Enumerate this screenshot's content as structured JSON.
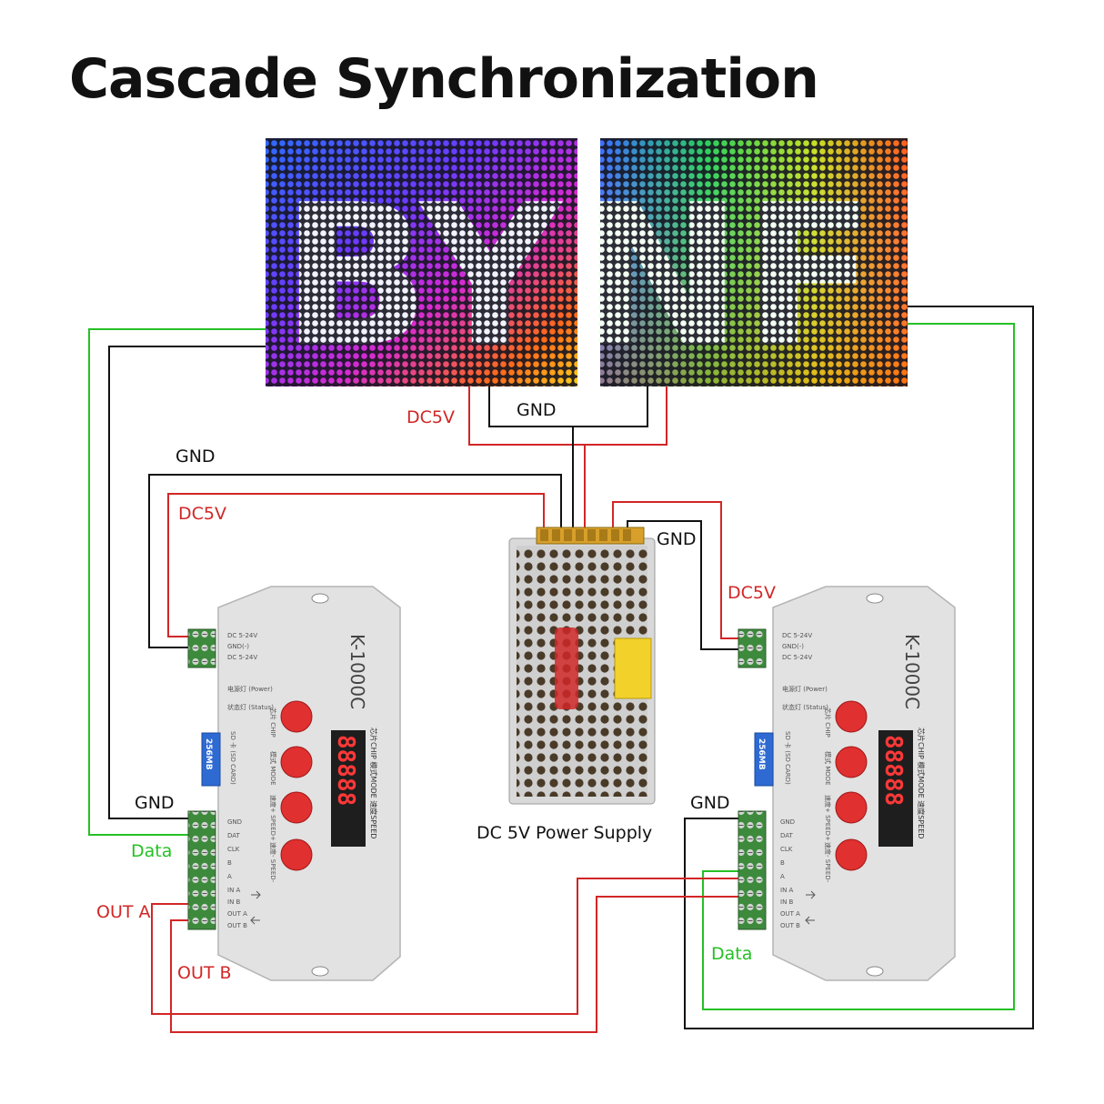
{
  "title": "Cascade Synchronization",
  "colors": {
    "red_wire": "#d22626",
    "green_wire": "#26c026",
    "black_wire": "#111111"
  },
  "labels": {
    "panel_dc5v": "DC5V",
    "panel_gnd": "GND",
    "left_gnd_top": "GND",
    "left_dc5v": "DC5V",
    "right_gnd_top": "GND",
    "right_dc5v": "DC5V",
    "left_gnd_bottom": "GND",
    "left_data": "Data",
    "left_out_a": "OUT A",
    "left_out_b": "OUT B",
    "right_gnd_bottom": "GND",
    "right_data": "Data",
    "psu_caption": "DC 5V Power Supply"
  },
  "panels": {
    "left_text": "BY",
    "right_text": "NF"
  },
  "controller": {
    "model": "K-1000C",
    "sd_card": "256MB",
    "terminal_power": [
      "DC 5-24V",
      "GND(-)",
      "DC 5-24V"
    ],
    "terminal_signals": [
      "GND",
      "DAT",
      "CLK",
      "B",
      "A",
      "IN A",
      "IN B",
      "OUT A",
      "OUT B"
    ],
    "indicators": [
      "电源灯 (Power)",
      "状态灯 (Status)"
    ],
    "buttons": [
      "芯片 CHIP",
      "模式 MODE",
      "速度+ SPEED+",
      "速度- SPEED-"
    ],
    "sd_label": "SD 卡 (SD CARD)",
    "display": "88888",
    "display_caption": "芯片CHIP 模式MODE 速度SPEED"
  }
}
